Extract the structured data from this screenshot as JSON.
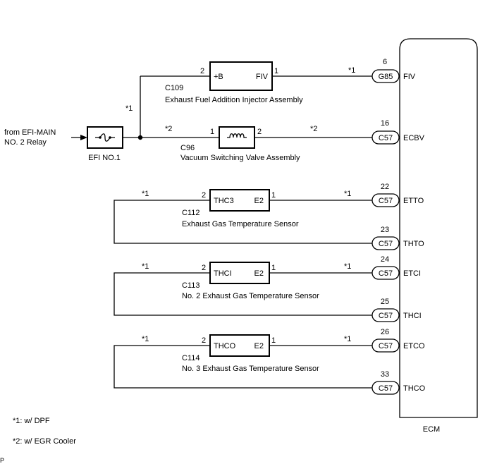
{
  "source": {
    "line1": "from EFI-MAIN",
    "line2": "NO. 2 Relay"
  },
  "fuse": {
    "label": "EFI NO.1"
  },
  "branch_note": "*1",
  "injector": {
    "code": "C109",
    "name": "Exhaust Fuel Addition Injector Assembly",
    "pin_left_label": "+B",
    "pin_right_label": "FIV",
    "pin_left_num": "2",
    "pin_right_num": "1",
    "wire_note": "*1"
  },
  "vsv": {
    "code": "C96",
    "name": "Vacuum Switching Valve Assembly",
    "pin_left_num": "1",
    "pin_right_num": "2",
    "note_left": "*2",
    "note_right": "*2"
  },
  "sensors": [
    {
      "code": "C112",
      "name": "Exhaust Gas Temperature Sensor",
      "pin_left_label": "THC3",
      "pin_right_label": "E2",
      "pin_left_num": "2",
      "pin_right_num": "1",
      "note_left": "*1",
      "note_right": "*1"
    },
    {
      "code": "C113",
      "name": "No. 2 Exhaust Gas Temperature Sensor",
      "pin_left_label": "THCI",
      "pin_right_label": "E2",
      "pin_left_num": "2",
      "pin_right_num": "1",
      "note_left": "*1",
      "note_right": "*1"
    },
    {
      "code": "C114",
      "name": "No. 3 Exhaust Gas Temperature Sensor",
      "pin_left_label": "THCO",
      "pin_right_label": "E2",
      "pin_left_num": "2",
      "pin_right_num": "1",
      "note_left": "*1",
      "note_right": "*1"
    }
  ],
  "ecm": {
    "label": "ECM",
    "terminals": [
      {
        "pin": "6",
        "connector": "G85",
        "name": "FIV"
      },
      {
        "pin": "16",
        "connector": "C57",
        "name": "ECBV"
      },
      {
        "pin": "22",
        "connector": "C57",
        "name": "ETTO"
      },
      {
        "pin": "23",
        "connector": "C57",
        "name": "THTO"
      },
      {
        "pin": "24",
        "connector": "C57",
        "name": "ETCI"
      },
      {
        "pin": "25",
        "connector": "C57",
        "name": "THCI"
      },
      {
        "pin": "26",
        "connector": "C57",
        "name": "ETCO"
      },
      {
        "pin": "33",
        "connector": "C57",
        "name": "THCO"
      }
    ]
  },
  "legend": [
    "*1: w/ DPF",
    "*2: w/ EGR Cooler"
  ],
  "corner_mark": "P"
}
